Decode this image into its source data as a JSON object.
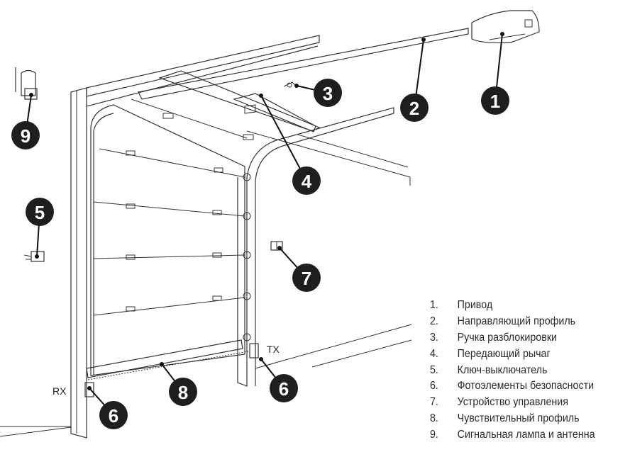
{
  "callouts": [
    {
      "id": "1",
      "number": "1"
    },
    {
      "id": "2",
      "number": "2"
    },
    {
      "id": "3",
      "number": "3"
    },
    {
      "id": "4",
      "number": "4"
    },
    {
      "id": "5",
      "number": "5"
    },
    {
      "id": "6a",
      "number": "6"
    },
    {
      "id": "6b",
      "number": "6"
    },
    {
      "id": "7",
      "number": "7"
    },
    {
      "id": "8",
      "number": "8"
    },
    {
      "id": "9",
      "number": "9"
    }
  ],
  "labels": {
    "rx": "RX",
    "tx": "TX"
  },
  "legend": [
    {
      "num": "1.",
      "text": "Привод"
    },
    {
      "num": "2.",
      "text": "Направляющий профиль"
    },
    {
      "num": "3.",
      "text": "Ручка разблокировки"
    },
    {
      "num": "4.",
      "text": "Передающий рычаг"
    },
    {
      "num": "5.",
      "text": "Ключ-выключатель"
    },
    {
      "num": "6.",
      "text": "Фотоэлементы безопасности"
    },
    {
      "num": "7.",
      "text": "Устройство управления"
    },
    {
      "num": "8.",
      "text": "Чувствительный профиль"
    },
    {
      "num": "9.",
      "text": "Сигнальная лампа и антенна"
    }
  ]
}
